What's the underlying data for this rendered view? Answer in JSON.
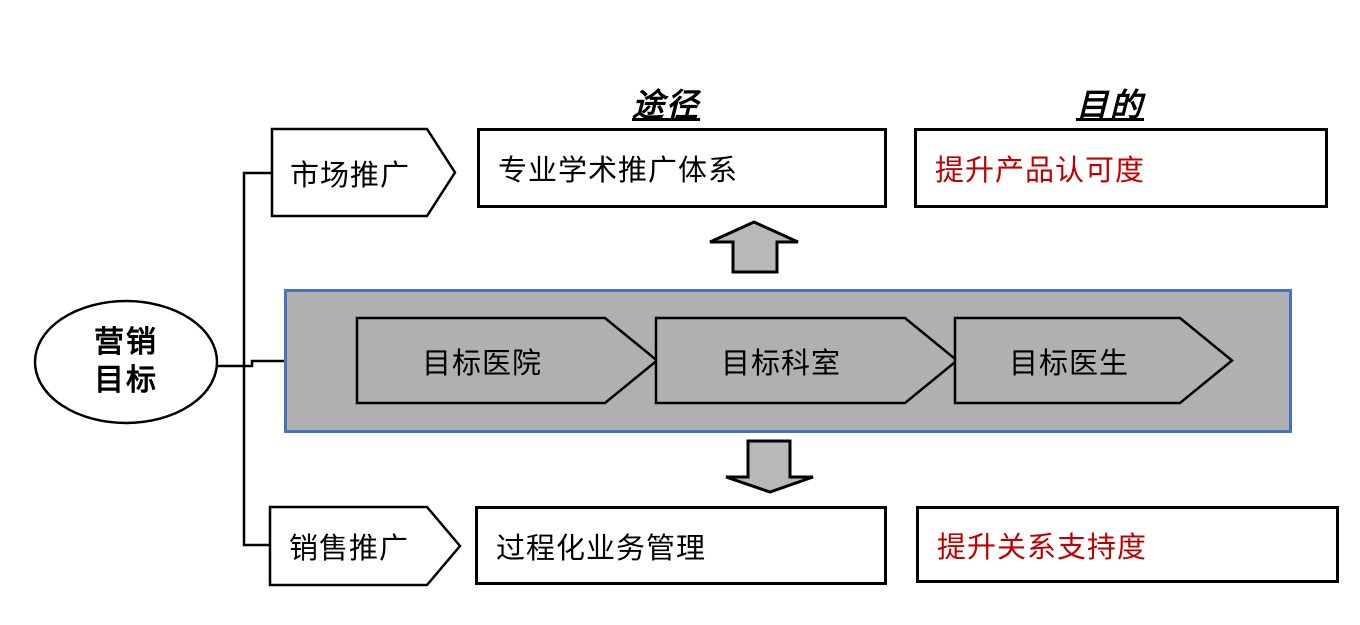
{
  "headers": {
    "approach": "途径",
    "purpose": "目的"
  },
  "ellipse": {
    "line1": "营销",
    "line2": "目标"
  },
  "rows": {
    "market": {
      "tag": "市场推广",
      "approach": "专业学术推广体系",
      "purpose": "提升产品认可度"
    },
    "sales": {
      "tag": "销售推广",
      "approach": "过程化业务管理",
      "purpose": "提升关系支持度"
    }
  },
  "targets": [
    "目标医院",
    "目标科室",
    "目标医生"
  ],
  "colors": {
    "purpose_text": "#C00000",
    "container_border": "#4472C4",
    "container_fill": "#B0B0B0",
    "arrow_fill": "#B8B8B8",
    "outline": "#000000"
  }
}
